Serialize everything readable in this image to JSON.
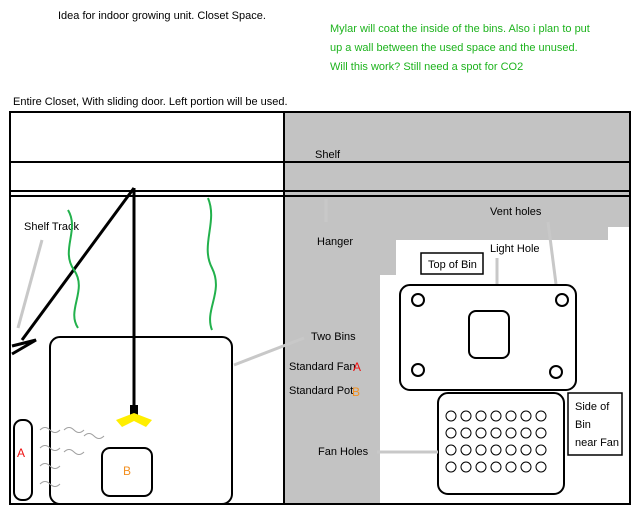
{
  "texts": {
    "title": "Idea for indoor growing unit. Closet Space.",
    "note_line1": "Mylar will coat the inside of the bins. Also i plan to put",
    "note_line2": "up a wall between the used space and the unused.",
    "note_line3": "Will this work? Still need a spot for CO2",
    "closet_caption": "Entire Closet, With sliding door. Left portion will be used.",
    "shelf": "Shelf",
    "shelf_track": "Shelf Track",
    "hanger": "Hanger",
    "vent_holes": "Vent holes",
    "light_hole": "Light Hole",
    "top_of_bin": "Top of Bin",
    "two_bins": "Two Bins",
    "standard_fan": "Standard Fan",
    "standard_fan_key": "A",
    "standard_pot": "Standard Pot",
    "standard_pot_key": "B",
    "fan_holes": "Fan Holes",
    "side_line1": "Side of",
    "side_line2": "Bin",
    "side_line3": "near Fan",
    "fan_label": "A",
    "pot_label": "B"
  },
  "colors": {
    "gray_section": "#c3c3c3",
    "plant_green": "#22b14c",
    "note_green": "#1db31d",
    "fan_red": "#ee1111",
    "pot_orange": "#f39020",
    "light_yellow": "#ffee00",
    "line_gray": "#c8c8c8"
  }
}
